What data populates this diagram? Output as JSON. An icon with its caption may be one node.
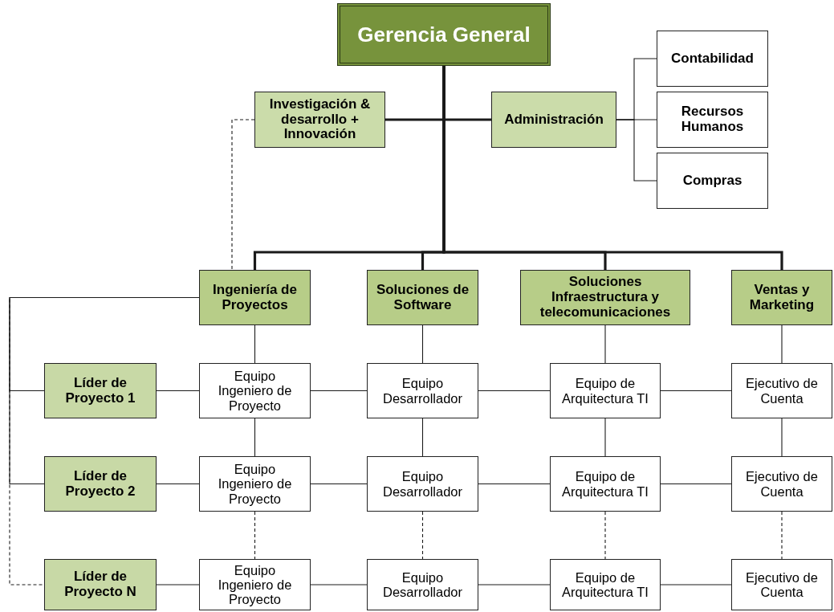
{
  "diagram": {
    "nodes": [
      {
        "text": [
          "Gerencia General"
        ]
      },
      {
        "text": [
          "Investigación & desarrollo + Innovación"
        ]
      },
      {
        "text": [
          "Administración"
        ]
      },
      {
        "text": [
          "Contabilidad"
        ]
      },
      {
        "text": [
          "Recursos Humanos"
        ]
      },
      {
        "text": [
          "Compras"
        ]
      },
      {
        "text": [
          "Ingeniería de Proyectos"
        ]
      },
      {
        "text": [
          "Soluciones de Software"
        ]
      },
      {
        "text": [
          "Soluciones Infraestructura y telecomunicaciones"
        ]
      },
      {
        "text": [
          "Ventas y Marketing"
        ]
      },
      {
        "text": [
          "Líder de Proyecto 1"
        ]
      },
      {
        "text": [
          "Equipo Ingeniero de Proyecto"
        ]
      },
      {
        "text": [
          "Equipo Desarrollador"
        ]
      },
      {
        "text": [
          "Equipo de Arquitectura TI"
        ]
      },
      {
        "text": [
          "Ejecutivo de Cuenta"
        ]
      },
      {
        "text": [
          "Líder de Proyecto 2"
        ]
      },
      {
        "text": [
          "Equipo Ingeniero de Proyecto"
        ]
      },
      {
        "text": [
          "Equipo Desarrollador"
        ]
      },
      {
        "text": [
          "Equipo de Arquitectura TI"
        ]
      },
      {
        "text": [
          "Ejecutivo de Cuenta"
        ]
      },
      {
        "text": [
          "Líder de Proyecto N"
        ]
      },
      {
        "text": [
          "Equipo Ingeniero de Proyecto"
        ]
      },
      {
        "text": [
          "Equipo Desarrollador"
        ]
      },
      {
        "text": [
          "Equipo de Arquitectura TI"
        ]
      },
      {
        "text": [
          "Ejecutivo de Cuenta"
        ]
      }
    ],
    "edges": [
      {
        "from": 0,
        "to": 1,
        "arrow": "none",
        "style": "thick"
      },
      {
        "from": 0,
        "to": 2,
        "arrow": "none",
        "style": "thick"
      },
      {
        "from": 0,
        "to": 6,
        "arrow": "none",
        "style": "thick"
      },
      {
        "from": 0,
        "to": 7,
        "arrow": "none",
        "style": "thick"
      },
      {
        "from": 0,
        "to": 8,
        "arrow": "none",
        "style": "thick"
      },
      {
        "from": 0,
        "to": 9,
        "arrow": "none",
        "style": "thick"
      },
      {
        "from": 2,
        "to": 3,
        "arrow": "none"
      },
      {
        "from": 2,
        "to": 4,
        "arrow": "none"
      },
      {
        "from": 2,
        "to": 5,
        "arrow": "none"
      },
      {
        "from": 1,
        "to": 6,
        "arrow": "none",
        "style": "dashed"
      },
      {
        "from": 6,
        "to": 10,
        "arrow": "none"
      },
      {
        "from": 6,
        "to": 15,
        "arrow": "none"
      },
      {
        "from": 6,
        "to": 20,
        "arrow": "none",
        "style": "dashed"
      },
      {
        "from": 6,
        "to": 11,
        "arrow": "none"
      },
      {
        "from": 7,
        "to": 12,
        "arrow": "none"
      },
      {
        "from": 8,
        "to": 13,
        "arrow": "none"
      },
      {
        "from": 9,
        "to": 14,
        "arrow": "none"
      },
      {
        "from": 10,
        "to": 11,
        "arrow": "none"
      },
      {
        "from": 11,
        "to": 12,
        "arrow": "none"
      },
      {
        "from": 12,
        "to": 13,
        "arrow": "none"
      },
      {
        "from": 13,
        "to": 14,
        "arrow": "none"
      },
      {
        "from": 11,
        "to": 16,
        "arrow": "none"
      },
      {
        "from": 12,
        "to": 17,
        "arrow": "none"
      },
      {
        "from": 13,
        "to": 18,
        "arrow": "none"
      },
      {
        "from": 14,
        "to": 19,
        "arrow": "none"
      },
      {
        "from": 15,
        "to": 16,
        "arrow": "none"
      },
      {
        "from": 16,
        "to": 17,
        "arrow": "none"
      },
      {
        "from": 17,
        "to": 18,
        "arrow": "none"
      },
      {
        "from": 18,
        "to": 19,
        "arrow": "none"
      },
      {
        "from": 16,
        "to": 21,
        "arrow": "none",
        "style": "dashed"
      },
      {
        "from": 17,
        "to": 22,
        "arrow": "none",
        "style": "dashed"
      },
      {
        "from": 18,
        "to": 23,
        "arrow": "none",
        "style": "dashed"
      },
      {
        "from": 19,
        "to": 24,
        "arrow": "none",
        "style": "dashed"
      },
      {
        "from": 20,
        "to": 21,
        "arrow": "none"
      },
      {
        "from": 21,
        "to": 22,
        "arrow": "none"
      },
      {
        "from": 22,
        "to": 23,
        "arrow": "none"
      },
      {
        "from": 23,
        "to": 24,
        "arrow": "none"
      }
    ]
  }
}
